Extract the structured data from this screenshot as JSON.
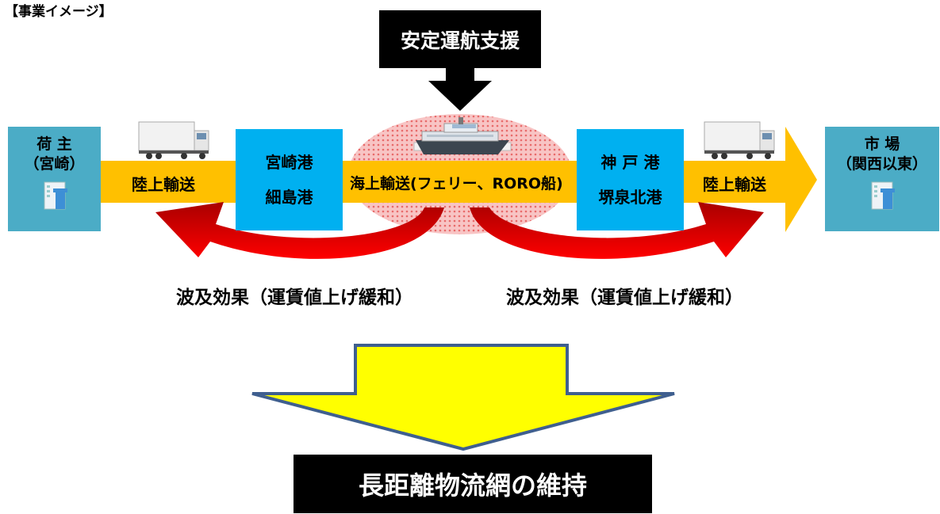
{
  "caption": "【事業イメージ】",
  "support": "安定運航支援",
  "shipper": {
    "line1": "荷 主",
    "line2": "（宮崎）"
  },
  "land_left": "陸上輸送",
  "port_left": {
    "line1": "宮崎港",
    "line2": "細島港"
  },
  "sea": "海上輸送(フェリー、RORO船)",
  "port_right": {
    "line1": "神 戸 港",
    "line2": "堺泉北港"
  },
  "land_right": "陸上輸送",
  "market": {
    "line1": "市 場",
    "line2": "（関西以東）"
  },
  "effect_left": "波及効果（運賃値上げ緩和）",
  "effect_right": "波及効果（運賃値上げ緩和）",
  "result": "長距離物流網の維持",
  "colors": {
    "band": "#ffc000",
    "teal": "#4bacc6",
    "blue": "#00b0f0",
    "red": "#ff0000",
    "yellow": "#ffff00",
    "ellipse": "#f4a3a3"
  }
}
